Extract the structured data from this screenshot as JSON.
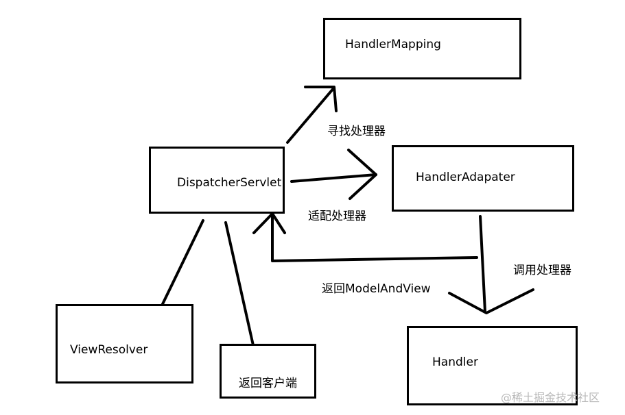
{
  "nodes": {
    "handler_mapping": "HandlerMapping",
    "dispatcher_servlet": "DispatcherServlet",
    "handler_adapter": "HandlerAdapater",
    "view_resolver": "ViewResolver",
    "return_client": "返回客户端",
    "handler": "Handler"
  },
  "edges": {
    "find_handler": "寻找处理器",
    "adapt_handler": "适配处理器",
    "call_handler": "调用处理器",
    "return_model_and_view": "返回ModelAndView"
  },
  "watermark": "@稀土掘金技术社区"
}
